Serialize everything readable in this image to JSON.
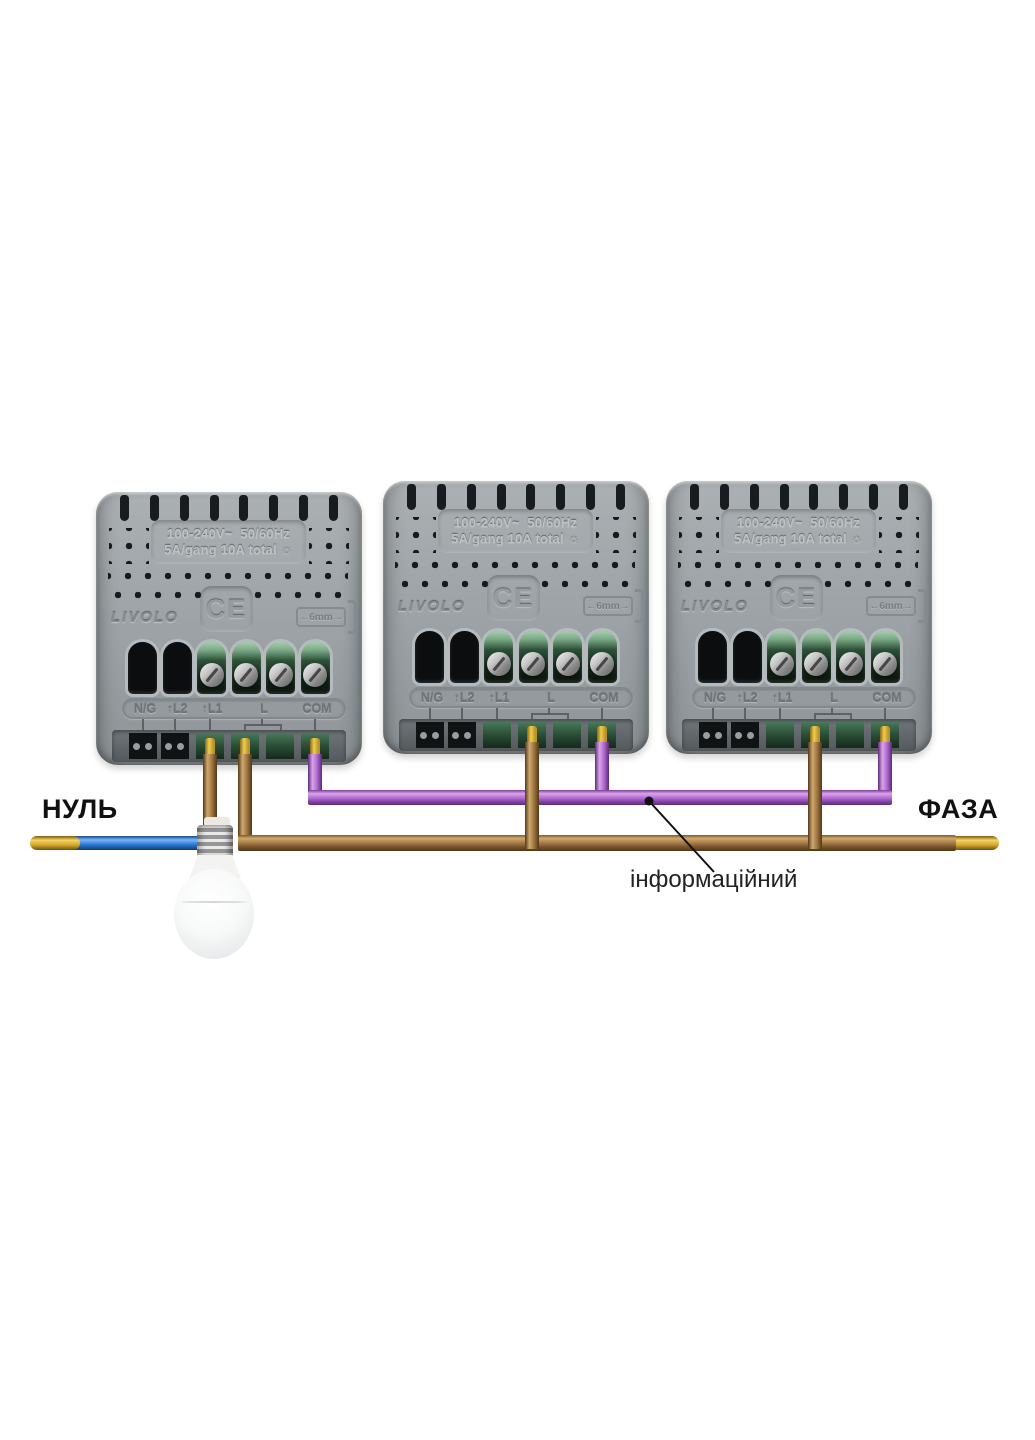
{
  "labels": {
    "neutral": "НУЛЬ",
    "phase": "ФАЗА",
    "info_wire": "інформаційний"
  },
  "modules": [
    {
      "spec_line1": "100-240V~  50/60Hz",
      "spec_line2": "5A/gang 10A total",
      "brightness_icon": "☼",
      "brand": "LIVOLO",
      "ce_mark": "CE",
      "wire_gauge": "←6mm→",
      "terminals": [
        "N/G",
        "↑L2",
        "↑L1",
        "L",
        "COM"
      ]
    },
    {
      "spec_line1": "100-240V~  50/60Hz",
      "spec_line2": "5A/gang 10A total",
      "brightness_icon": "☼",
      "brand": "LIVOLO",
      "ce_mark": "CE",
      "wire_gauge": "←6mm→",
      "terminals": [
        "N/G",
        "↑L2",
        "↑L1",
        "L",
        "COM"
      ]
    },
    {
      "spec_line1": "100-240V~  50/60Hz",
      "spec_line2": "5A/gang 10A total",
      "brightness_icon": "☼",
      "brand": "LIVOLO",
      "ce_mark": "CE",
      "wire_gauge": "←6mm→",
      "terminals": [
        "N/G",
        "↑L2",
        "↑L1",
        "L",
        "COM"
      ]
    }
  ],
  "theme": {
    "wire_brown": "#a57a44",
    "wire_purple": "#b46fd2",
    "wire_blue": "#2e7ad8",
    "wire_bare_gold": "#d3a62c",
    "module_gray": "#9ba1a5",
    "terminal_green": "#2c5037",
    "label_text": "#111111"
  }
}
